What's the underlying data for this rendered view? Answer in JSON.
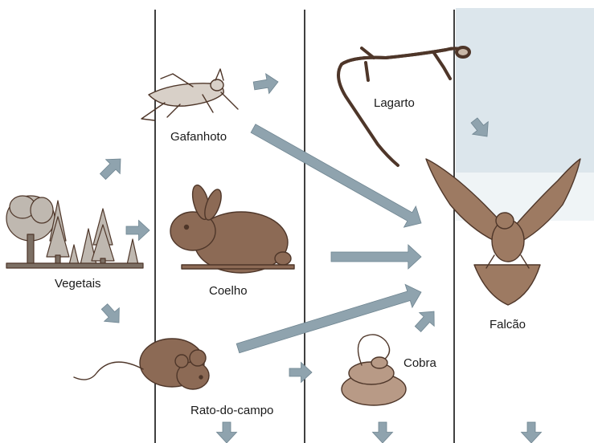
{
  "diagram": {
    "colors": {
      "arrow": "#8fa3ae",
      "arrow_stroke": "#6f8591",
      "divider": "#111111",
      "sky_panel": "#dce6ec",
      "animal_brown": "#8c6a55",
      "animal_dark": "#4e3629",
      "tree_grey": "#bfb8b0"
    },
    "nodes": [
      {
        "id": "vegetais",
        "label": "Vegetais",
        "icon": "trees-icon"
      },
      {
        "id": "gafanhoto",
        "label": "Gafanhoto",
        "icon": "grasshopper-icon"
      },
      {
        "id": "coelho",
        "label": "Coelho",
        "icon": "rabbit-icon"
      },
      {
        "id": "rato",
        "label": "Rato-do-campo",
        "icon": "field-mouse-icon"
      },
      {
        "id": "lagarto",
        "label": "Lagarto",
        "icon": "lizard-icon"
      },
      {
        "id": "cobra",
        "label": "Cobra",
        "icon": "snake-icon"
      },
      {
        "id": "falcao",
        "label": "Falcão",
        "icon": "hawk-icon"
      }
    ],
    "edges": [
      {
        "from": "vegetais",
        "to": "gafanhoto"
      },
      {
        "from": "vegetais",
        "to": "coelho"
      },
      {
        "from": "vegetais",
        "to": "rato"
      },
      {
        "from": "gafanhoto",
        "to": "lagarto"
      },
      {
        "from": "gafanhoto",
        "to": "falcao"
      },
      {
        "from": "coelho",
        "to": "falcao"
      },
      {
        "from": "rato",
        "to": "falcao"
      },
      {
        "from": "rato",
        "to": "cobra"
      },
      {
        "from": "lagarto",
        "to": "falcao"
      },
      {
        "from": "cobra",
        "to": "falcao"
      },
      {
        "from": "rato",
        "to": "off-page"
      },
      {
        "from": "cobra",
        "to": "off-page"
      },
      {
        "from": "falcao",
        "to": "off-page"
      }
    ]
  }
}
